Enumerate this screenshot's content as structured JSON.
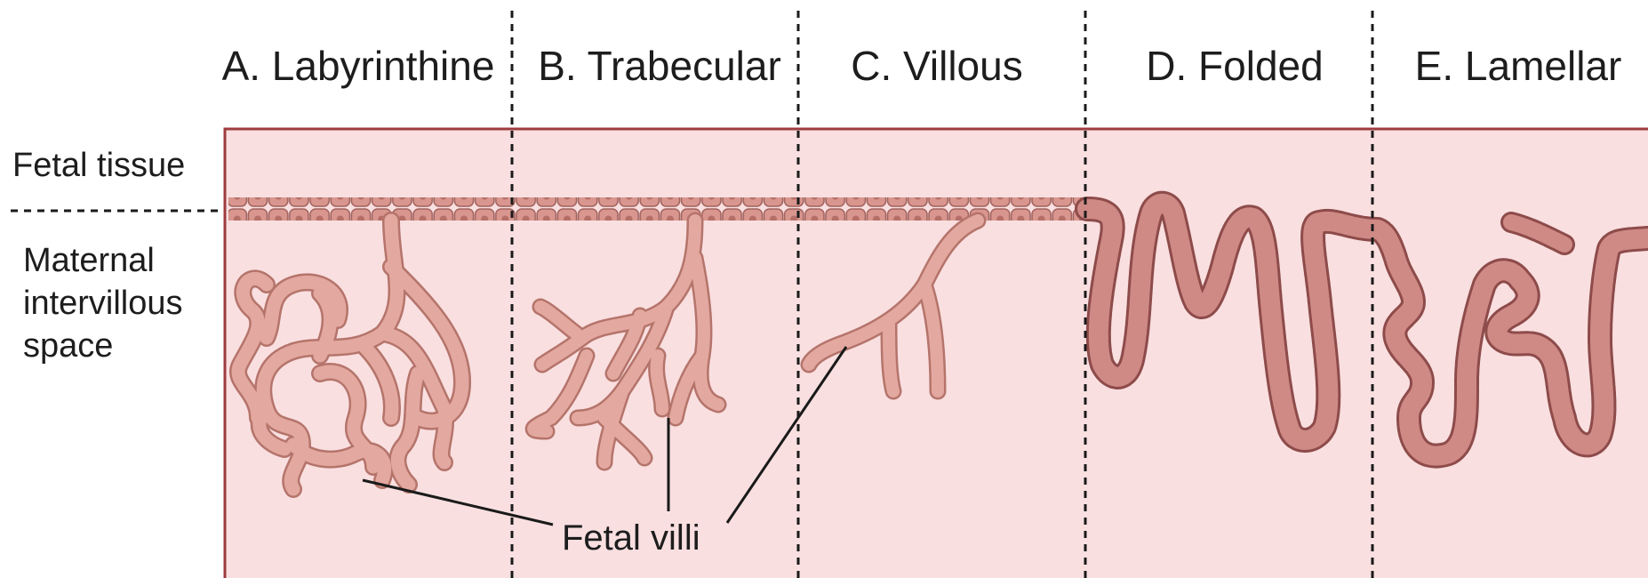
{
  "panels": [
    {
      "id": "a",
      "title": "A. Labyrinthine"
    },
    {
      "id": "b",
      "title": "B. Trabecular"
    },
    {
      "id": "c",
      "title": "C. Villous"
    },
    {
      "id": "d",
      "title": "D. Folded"
    },
    {
      "id": "e",
      "title": "E. Lamellar"
    }
  ],
  "side_labels": {
    "fetal_tissue": "Fetal tissue",
    "maternal_lines": [
      "Maternal",
      "intervillous",
      "space"
    ]
  },
  "callout": {
    "label": "Fetal villi"
  },
  "colors": {
    "background_fill": "#f9dfe0",
    "frame_border": "#9e3b3f",
    "villus_fill": "#e3a9a0",
    "villus_stroke": "#b5746b",
    "epithelium_fill": "#cf8a86",
    "epithelium_stroke": "#8d4b4a",
    "divider": "#1a1a1a"
  }
}
